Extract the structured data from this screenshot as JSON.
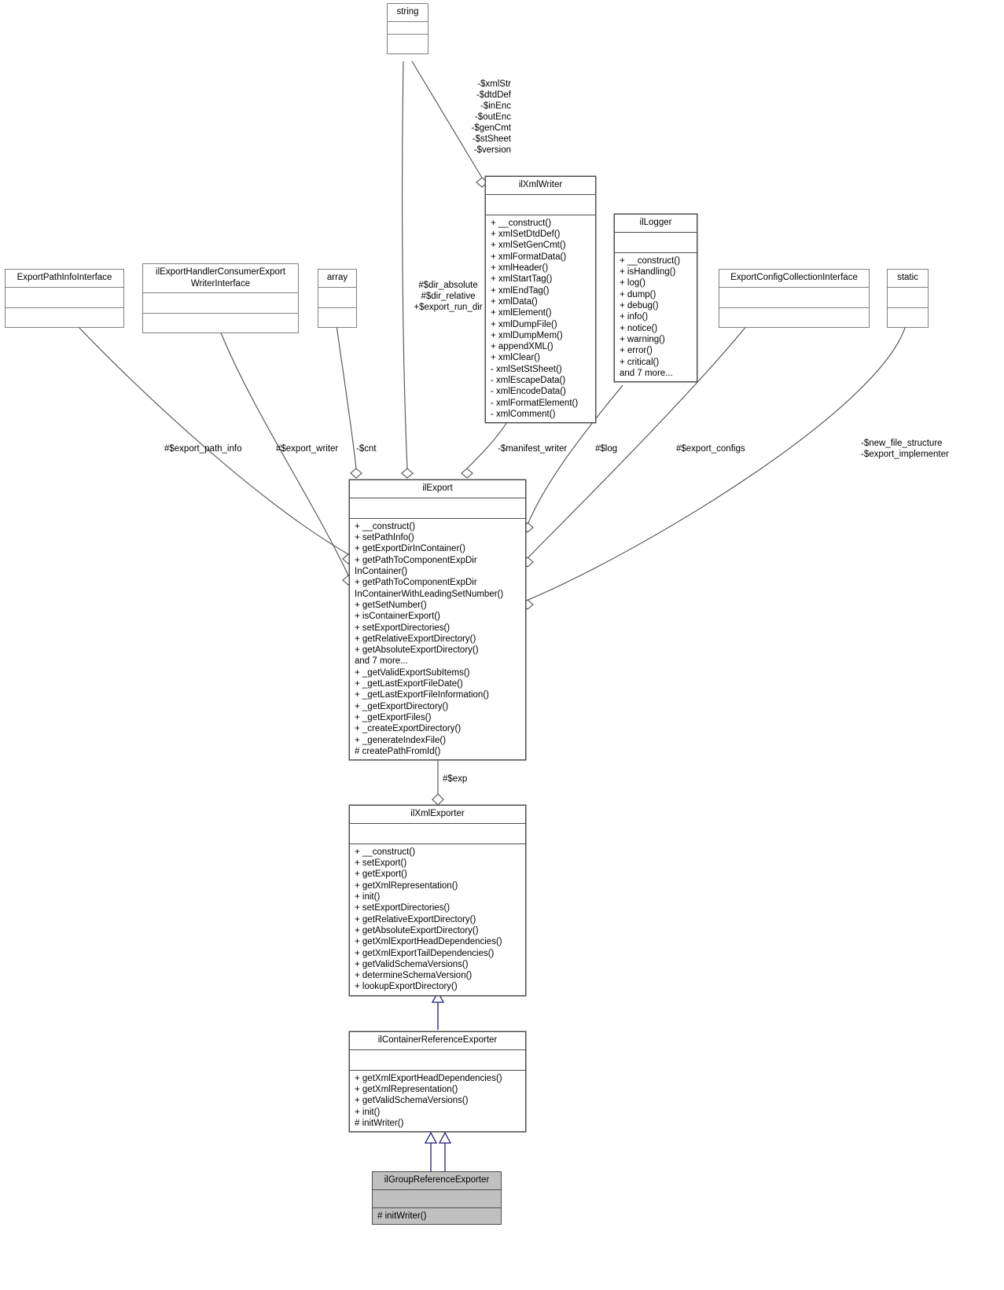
{
  "diagram": {
    "kind": "uml-class-diagram",
    "title": "ilGroupReferenceExporter collaboration diagram",
    "colors": {
      "node_border": "#808080",
      "node_border_strong": "#4d4d4d",
      "node_fill": "#ffffff",
      "highlight_fill": "#c0c0c0",
      "edge_association": "#4d4d4d",
      "edge_inheritance": "#1f1f7a",
      "text": "#000000"
    }
  },
  "nodes": {
    "string": {
      "name": "string",
      "attributes": [],
      "operations": []
    },
    "export_path_info_interface": {
      "name": "ExportPathInfoInterface",
      "attributes": [],
      "operations": []
    },
    "export_handler_consumer_export_writer_interface": {
      "name": "ilExportHandlerConsumerExport\nWriterInterface",
      "attributes": [],
      "operations": []
    },
    "array": {
      "name": "array",
      "attributes": [],
      "operations": []
    },
    "xml_writer": {
      "name": "ilXmlWriter",
      "attributes": [],
      "operations": [
        "+ __construct()",
        "+ xmlSetDtdDef()",
        "+ xmlSetGenCmt()",
        "+ xmlFormatData()",
        "+ xmlHeader()",
        "+ xmlStartTag()",
        "+ xmlEndTag()",
        "+ xmlData()",
        "+ xmlElement()",
        "+ xmlDumpFile()",
        "+ xmlDumpMem()",
        "+ appendXML()",
        "+ xmlClear()",
        "- xmlSetStSheet()",
        "- xmlEscapeData()",
        "- xmlEncodeData()",
        "- xmlFormatElement()",
        "- xmlComment()"
      ]
    },
    "logger": {
      "name": "ilLogger",
      "attributes": [],
      "operations": [
        "+ __construct()",
        "+ isHandling()",
        "+ log()",
        "+ dump()",
        "+ debug()",
        "+ info()",
        "+ notice()",
        "+ warning()",
        "+ error()",
        "+ critical()",
        "and 7 more..."
      ]
    },
    "export_config_collection_interface": {
      "name": "ExportConfigCollectionInterface",
      "attributes": [],
      "operations": []
    },
    "static": {
      "name": "static",
      "attributes": [],
      "operations": []
    },
    "export": {
      "name": "ilExport",
      "attributes": [],
      "operations": [
        "+ __construct()",
        "+ setPathInfo()",
        "+ getExportDirInContainer()",
        "+ getPathToComponentExpDir\nInContainer()",
        "+ getPathToComponentExpDir\nInContainerWithLeadingSetNumber()",
        "+ getSetNumber()",
        "+ isContainerExport()",
        "+ setExportDirectories()",
        "+ getRelativeExportDirectory()",
        "+ getAbsoluteExportDirectory()",
        "and 7 more...",
        "+ _getValidExportSubItems()",
        "+ _getLastExportFileDate()",
        "+ _getLastExportFileInformation()",
        "+ _getExportDirectory()",
        "+ _getExportFiles()",
        "+ _createExportDirectory()",
        "+ _generateIndexFile()",
        "# createPathFromId()"
      ]
    },
    "xml_exporter": {
      "name": "ilXmlExporter",
      "attributes": [],
      "operations": [
        "+ __construct()",
        "+ setExport()",
        "+ getExport()",
        "+ getXmlRepresentation()",
        "+ init()",
        "+ setExportDirectories()",
        "+ getRelativeExportDirectory()",
        "+ getAbsoluteExportDirectory()",
        "+ getXmlExportHeadDependencies()",
        "+ getXmlExportTailDependencies()",
        "+ getValidSchemaVersions()",
        "+ determineSchemaVersion()",
        "+ lookupExportDirectory()"
      ]
    },
    "container_reference_exporter": {
      "name": "ilContainerReferenceExporter",
      "attributes": [],
      "operations": [
        "+ getXmlExportHeadDependencies()",
        "+ getXmlRepresentation()",
        "+ getValidSchemaVersions()",
        "+ init()",
        "# initWriter()"
      ]
    },
    "group_reference_exporter": {
      "name": "ilGroupReferenceExporter",
      "attributes": [],
      "operations": [
        "# initWriter()"
      ]
    }
  },
  "edge_labels": {
    "string_to_xml_writer": "-$xmlStr\n-$dtdDef\n-$inEnc\n-$outEnc\n-$genCmt\n-$stSheet\n-$version",
    "string_to_export": "#$dir_absolute\n#$dir_relative\n+$export_run_dir",
    "export_path_info": "#$export_path_info",
    "export_writer": "#$export_writer",
    "array_cnt": "-$cnt",
    "manifest_writer": "-$manifest_writer",
    "log": "#$log",
    "export_configs": "#$export_configs",
    "static_refs": "-$new_file_structure\n-$export_implementer",
    "exp": "#$exp"
  }
}
